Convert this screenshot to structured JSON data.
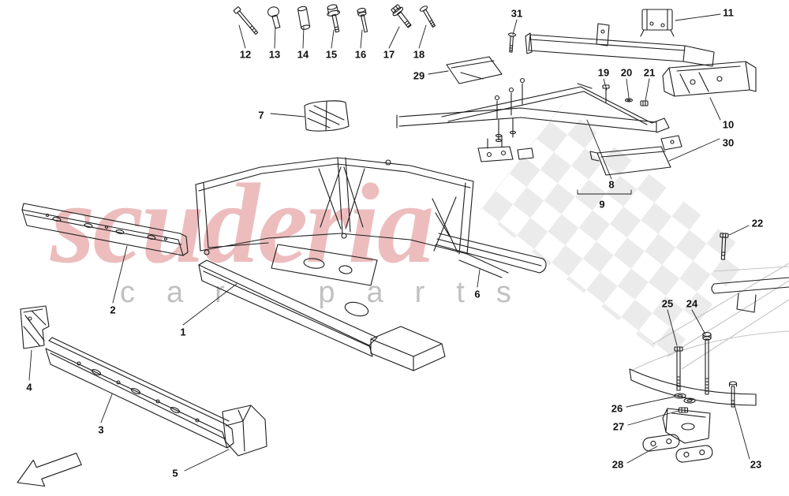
{
  "watermark": {
    "brand": "scuderia",
    "subtitle": "car parts",
    "brand_color": "#c62828",
    "checker_color": "#d6d6d6"
  },
  "callouts": [
    {
      "label": "1"
    },
    {
      "label": "2"
    },
    {
      "label": "3"
    },
    {
      "label": "4"
    },
    {
      "label": "5"
    },
    {
      "label": "6"
    },
    {
      "label": "7"
    },
    {
      "label": "8"
    },
    {
      "label": "9"
    },
    {
      "label": "10"
    },
    {
      "label": "11"
    },
    {
      "label": "12"
    },
    {
      "label": "13"
    },
    {
      "label": "14"
    },
    {
      "label": "15"
    },
    {
      "label": "16"
    },
    {
      "label": "17"
    },
    {
      "label": "18"
    },
    {
      "label": "19"
    },
    {
      "label": "20"
    },
    {
      "label": "21"
    },
    {
      "label": "22"
    },
    {
      "label": "23"
    },
    {
      "label": "24"
    },
    {
      "label": "25"
    },
    {
      "label": "26"
    },
    {
      "label": "27"
    },
    {
      "label": "28"
    },
    {
      "label": "29"
    },
    {
      "label": "30"
    },
    {
      "label": "31"
    }
  ]
}
